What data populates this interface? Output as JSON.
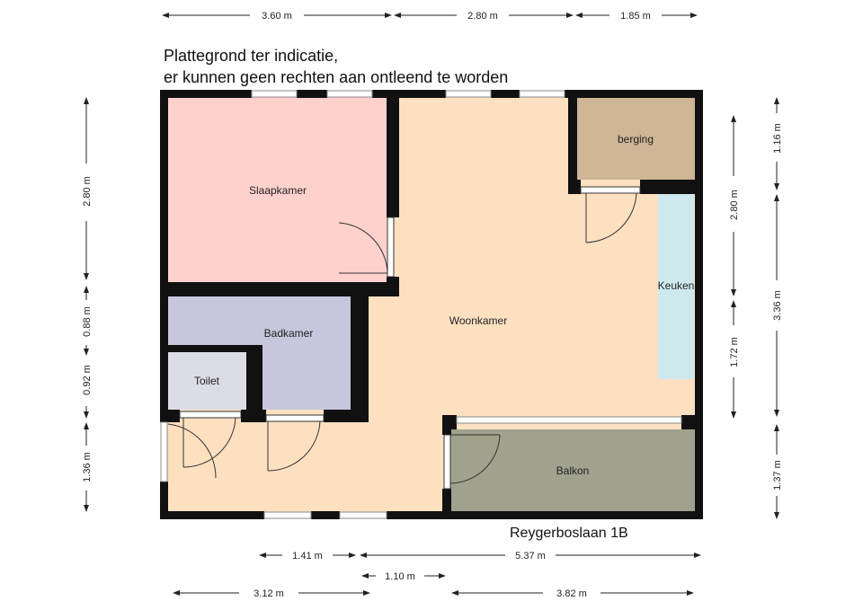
{
  "title": {
    "line1": "Plattegrond ter indicatie,",
    "line2": "er kunnen geen rechten aan ontleend te worden"
  },
  "address": "Reygerboslaan 1B",
  "rooms": {
    "slaapkamer": "Slaapkamer",
    "woonkamer": "Woonkamer",
    "berging": "berging",
    "keuken": "Keuken",
    "badkamer": "Badkamer",
    "toilet": "Toilet",
    "balkon": "Balkon"
  },
  "dimensions": {
    "top": [
      "3.60 m",
      "2.80 m",
      "1.85 m"
    ],
    "left": [
      "2.80 m",
      "0.88 m",
      "0.92 m",
      "1.36 m"
    ],
    "right_inner": [
      "2.80 m",
      "1.72 m"
    ],
    "right_outer": [
      "1.16 m",
      "3.36 m",
      "1.37 m"
    ],
    "bottom_row1": [
      "1.41 m",
      "5.37 m"
    ],
    "bottom_row2": [
      "1.10 m"
    ],
    "bottom_row3": [
      "3.12 m",
      "3.82 m"
    ]
  },
  "colors": {
    "slaapkamer": "#ffd1cc",
    "woonkamer": "#fde0c0",
    "berging": "#cdb595",
    "keuken": "#cde9ee",
    "badkamer": "#c6c6dc",
    "toilet": "#dcdce6",
    "balkon": "#a0a28e",
    "wall": "#111111"
  }
}
